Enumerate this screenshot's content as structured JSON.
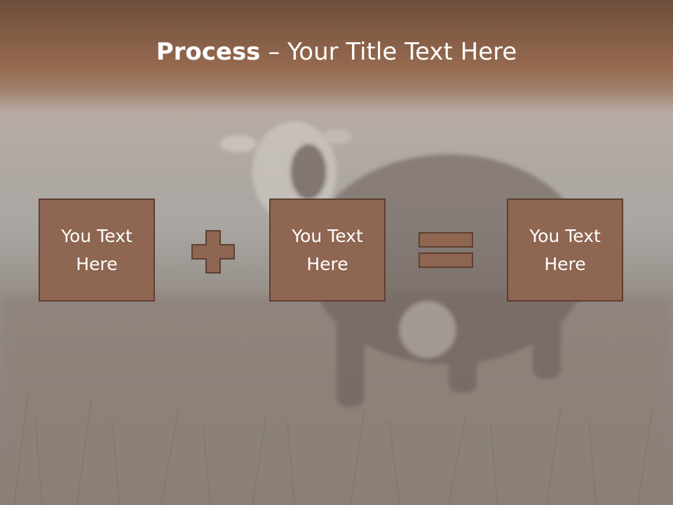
{
  "slide": {
    "title_bold": "Process",
    "title_rest": " – Your Title Text Here"
  },
  "boxes": [
    {
      "text": "You Text Here"
    },
    {
      "text": "You Text Here"
    },
    {
      "text": "You Text Here"
    }
  ],
  "operators": {
    "first": "plus-icon",
    "second": "equals-icon"
  },
  "colors": {
    "title_band": "#8a6048",
    "box_fill": "#8e6651",
    "box_border": "#5e3f31",
    "operator_fill": "#8e6651",
    "text": "#ffffff"
  }
}
